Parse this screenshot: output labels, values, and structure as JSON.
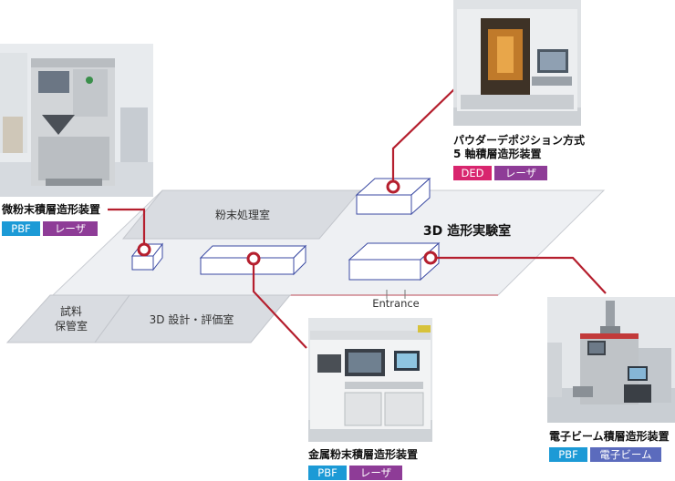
{
  "floor": {
    "title": "3D 造形実験室",
    "rooms": {
      "powder": "粉末処理室",
      "storage": "試料\n保管室",
      "design": "3D 設計・評価室"
    },
    "entrance": "Entrance"
  },
  "machines": [
    {
      "id": "micro-powder",
      "caption": [
        "微粉末積層造形装置"
      ],
      "tags": [
        {
          "label": "PBF",
          "color": "#1c9ad6"
        },
        {
          "label": "レーザ",
          "color": "#8e3c97"
        }
      ]
    },
    {
      "id": "ded",
      "caption": [
        "パウダーデポジション方式",
        "5 軸積層造形装置"
      ],
      "tags": [
        {
          "label": "DED",
          "color": "#d8256e"
        },
        {
          "label": "レーザ",
          "color": "#8e3c97"
        }
      ]
    },
    {
      "id": "metal-powder",
      "caption": [
        "金属粉末積層造形装置"
      ],
      "tags": [
        {
          "label": "PBF",
          "color": "#1c9ad6"
        },
        {
          "label": "レーザ",
          "color": "#8e3c97"
        }
      ]
    },
    {
      "id": "electron-beam",
      "caption": [
        "電子ビーム積層造形装置"
      ],
      "tags": [
        {
          "label": "PBF",
          "color": "#1c9ad6"
        },
        {
          "label": "電子ビーム",
          "color": "#5b6bbd"
        }
      ]
    }
  ],
  "colors": {
    "connector": "#b51f2e",
    "floor": "#eef0f3",
    "room": "#d9dce1",
    "outline": "#3b4aa3"
  }
}
